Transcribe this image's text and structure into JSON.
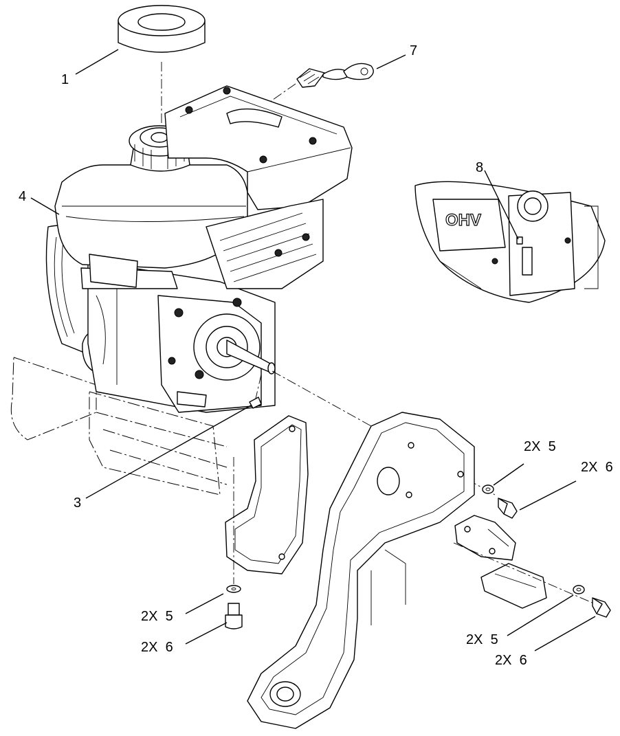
{
  "callouts": [
    {
      "id": "c1",
      "label": "1"
    },
    {
      "id": "c7",
      "label": "7"
    },
    {
      "id": "c8",
      "label": "8"
    },
    {
      "id": "c4",
      "label": "4"
    },
    {
      "id": "c3",
      "label": "3"
    },
    {
      "id": "c5a",
      "label": "2X  5"
    },
    {
      "id": "c6a",
      "label": "2X  6"
    },
    {
      "id": "c5b",
      "label": "2X  5"
    },
    {
      "id": "c6b",
      "label": "2X  6"
    },
    {
      "id": "c5c",
      "label": "2X  5"
    },
    {
      "id": "c6c",
      "label": "2X  6"
    }
  ],
  "engine_label": "OHV",
  "colors": {
    "line": "#000000",
    "background": "#ffffff"
  }
}
